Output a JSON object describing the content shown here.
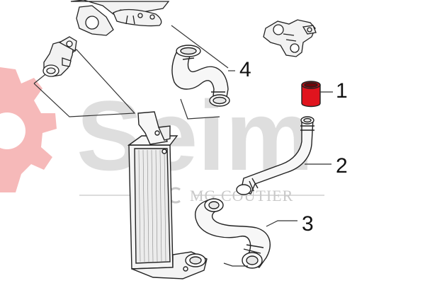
{
  "watermark": {
    "brand": "Seim",
    "subtitle": "MG COUTIER",
    "brand_color": "#d9d9d9",
    "gear_color": "#f4a7a7"
  },
  "highlight_color": "#e0141e",
  "callouts": [
    {
      "id": "1",
      "label": "1"
    },
    {
      "id": "2",
      "label": "2"
    },
    {
      "id": "3",
      "label": "3"
    },
    {
      "id": "4",
      "label": "4"
    }
  ],
  "parts": [
    {
      "callout": "1",
      "name": "coupling-sleeve",
      "highlighted": true
    },
    {
      "callout": "2",
      "name": "rigid-intake-pipe",
      "highlighted": false
    },
    {
      "callout": "3",
      "name": "lower-intercooler-hose",
      "highlighted": false
    },
    {
      "callout": "4",
      "name": "upper-turbo-hose",
      "highlighted": false
    }
  ]
}
